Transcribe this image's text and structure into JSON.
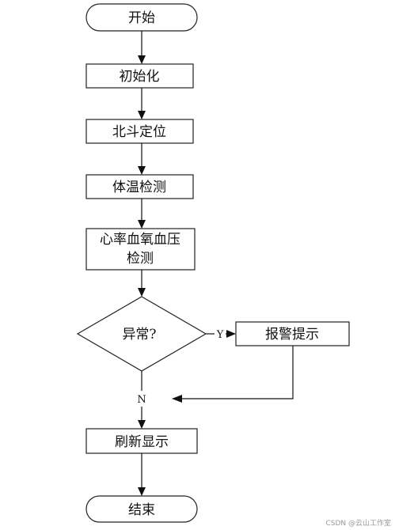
{
  "flowchart": {
    "start": "开始",
    "init": "初始化",
    "beidou": "北斗定位",
    "temperature": "体温检测",
    "heart_line1": "心率血氧血压",
    "heart_line2": "检测",
    "decision": "异常?",
    "alarm": "报警提示",
    "refresh": "刷新显示",
    "end": "结束",
    "yes_label": "Y",
    "no_label": "N"
  },
  "watermark": "CSDN @云山工作室"
}
